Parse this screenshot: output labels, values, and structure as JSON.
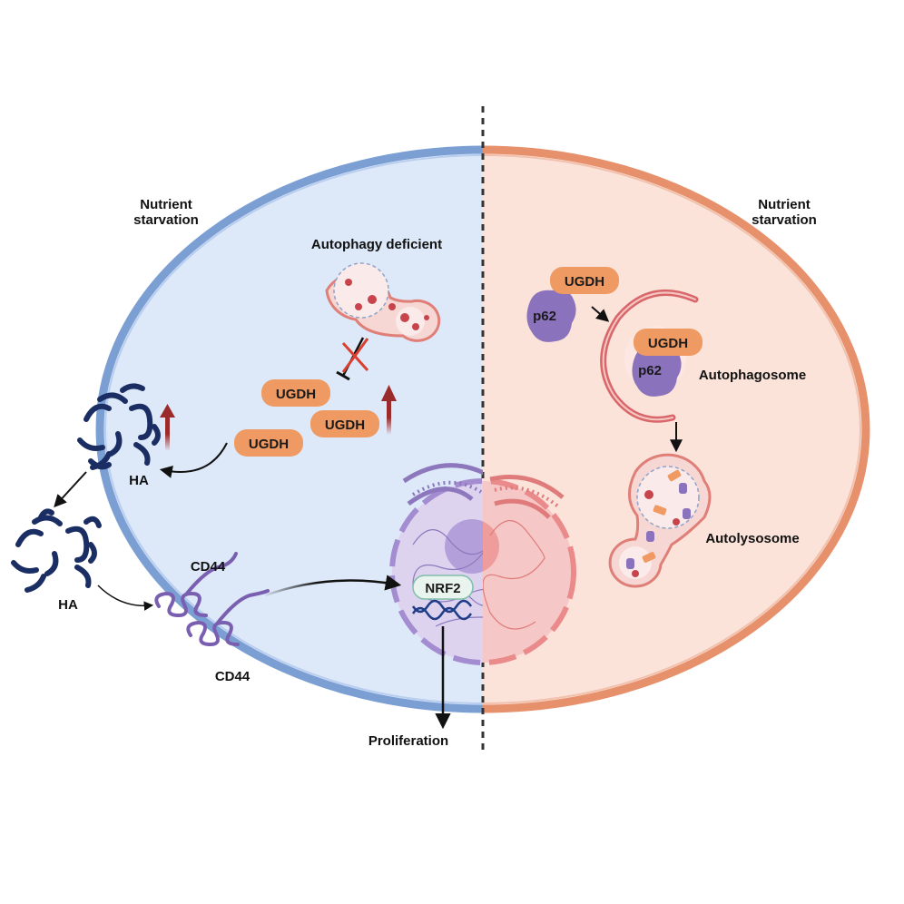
{
  "left": {
    "stimulus": [
      "Nutrient",
      "starvation"
    ],
    "autophagy_status": "Autophagy deficient",
    "protein": "UGDH",
    "matrix": "HA",
    "receptor": "CD44",
    "transcription_factor": "NRF2",
    "outcome": "Proliferation"
  },
  "right": {
    "stimulus": [
      "Nutrient",
      "starvation"
    ],
    "protein": "UGDH",
    "adaptor": "p62",
    "autophagosome": "Autophagosome",
    "autolysosome": "Autolysosome"
  },
  "colors": {
    "left_cell_fill": "#dde9f9",
    "left_membrane": "#7b9fd3",
    "right_cell_fill": "#fbe3da",
    "right_membrane": "#e6916c",
    "ugdh": "#ef9a62",
    "p62": "#8a72bd",
    "ha": "#1b2e63",
    "up_arrow": "#9b2a2a",
    "block_cross": "#d9402f"
  }
}
